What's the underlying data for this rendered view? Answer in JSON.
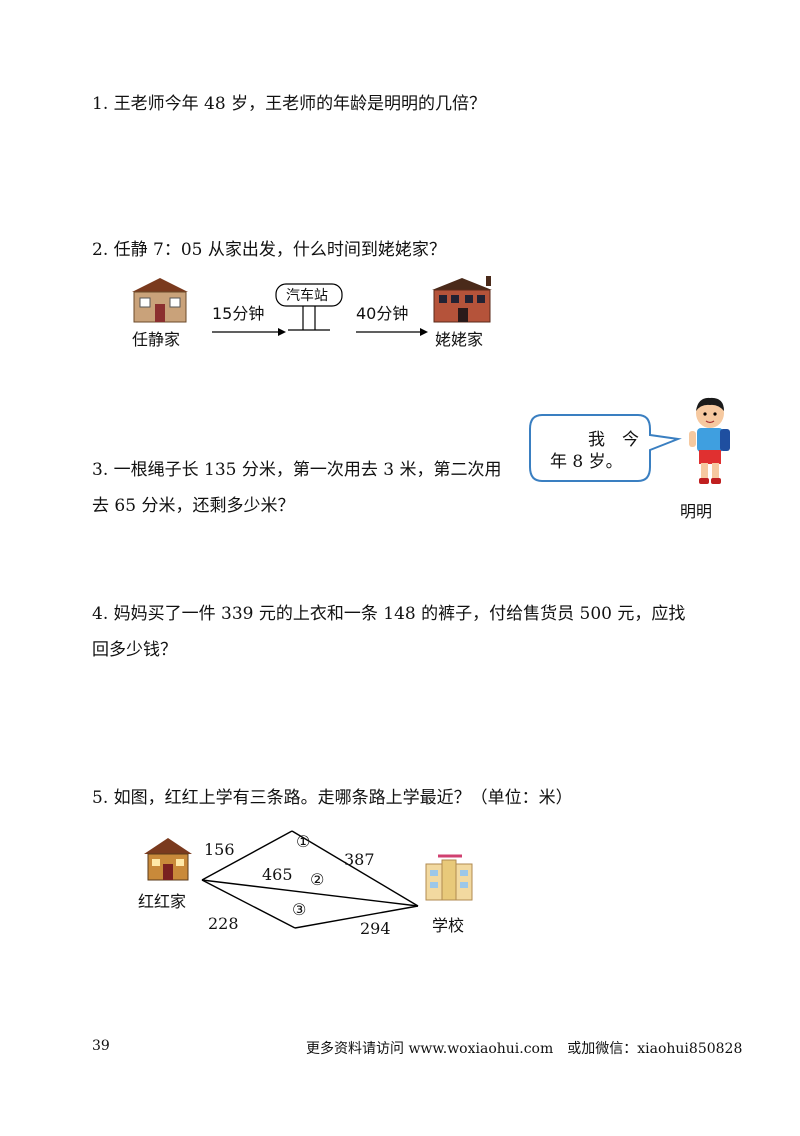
{
  "questions": {
    "q1": "1. 王老师今年 48 岁，王老师的年龄是明明的几倍？",
    "q2": "2. 任静 7：05 从家出发，什么时间到姥姥家？",
    "q3_line1": "3. 一根绳子长 135 分米，第一次用去 3 米，第二次用",
    "q3_line2": "去 65 分米，还剩多少米？",
    "q4_line1": "4. 妈妈买了一件 339 元的上衣和一条 148 的裤子，付给售货员 500 元，应找",
    "q4_line2": "回多少钱？",
    "q5": "5. 如图，红红上学有三条路。走哪条路上学最近？（单位：米）"
  },
  "route_figure": {
    "home_label": "任静家",
    "time1": "15分钟",
    "station_label": "汽车站",
    "time2": "40分钟",
    "destination_label": "姥姥家"
  },
  "mingming": {
    "speech_line1": "我　今",
    "speech_line2": "年 8 岁。",
    "name": "明明",
    "icon": "boy-icon"
  },
  "school_map": {
    "home_label": "红红家",
    "school_label": "学校",
    "path1_num": "①",
    "path2_num": "②",
    "path3_num": "③",
    "d156": "156",
    "d387": "387",
    "d465": "465",
    "d228": "228",
    "d294": "294"
  },
  "footer": {
    "page_number": "39",
    "promo": "更多资料请访问 www.woxiaohui.com　或加微信：xiaohui850828"
  },
  "colors": {
    "roof": "#7a3a1e",
    "house_wall": "#c9a27a",
    "brick_wall": "#b5533a",
    "school_wall": "#f2d9a0",
    "bubble_border": "#3a7fc1",
    "shirt": "#3f9fe0",
    "shorts": "#e03030"
  }
}
